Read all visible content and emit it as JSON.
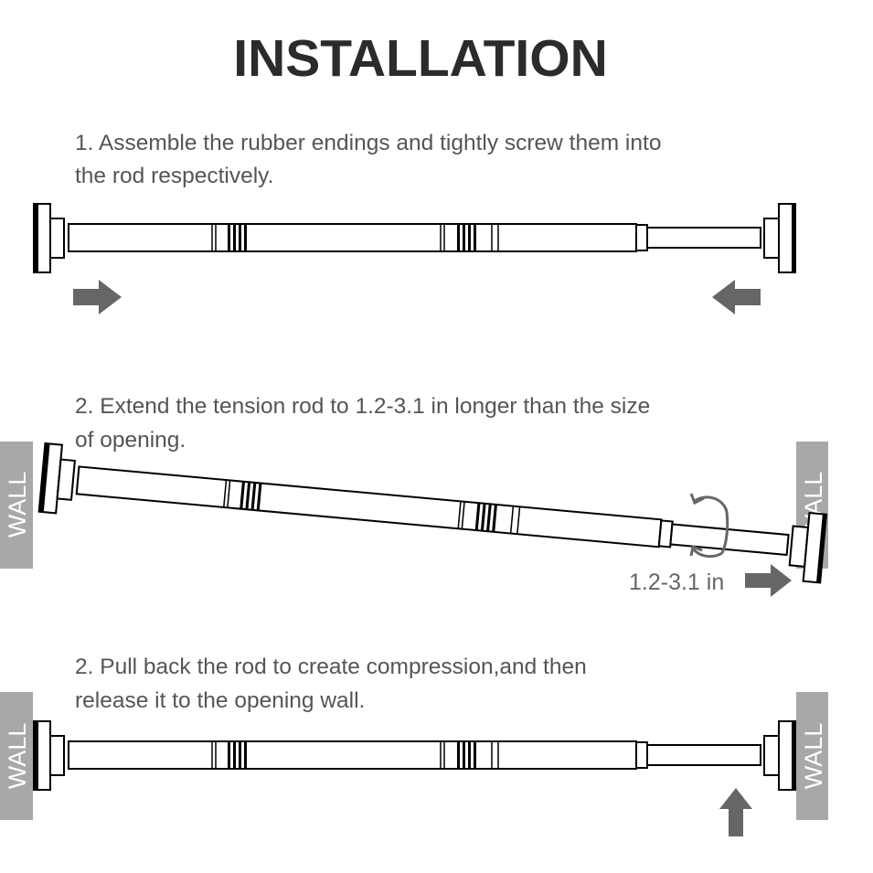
{
  "title": "INSTALLATION",
  "steps": [
    {
      "line1": "1. Assemble the rubber endings and tightly screw them into",
      "line2": "the rod respectively."
    },
    {
      "line1": "2. Extend the tension rod to 1.2-3.1 in longer than the size",
      "line2": "of opening."
    },
    {
      "line1": "2. Pull back the rod to create compression,and then",
      "line2": "release it to the opening wall."
    }
  ],
  "wall_label": "WALL",
  "measurement": "1.2-3.1 in",
  "colors": {
    "arrow": "#666666",
    "wall": "#a8a8a8",
    "text": "#555555"
  }
}
